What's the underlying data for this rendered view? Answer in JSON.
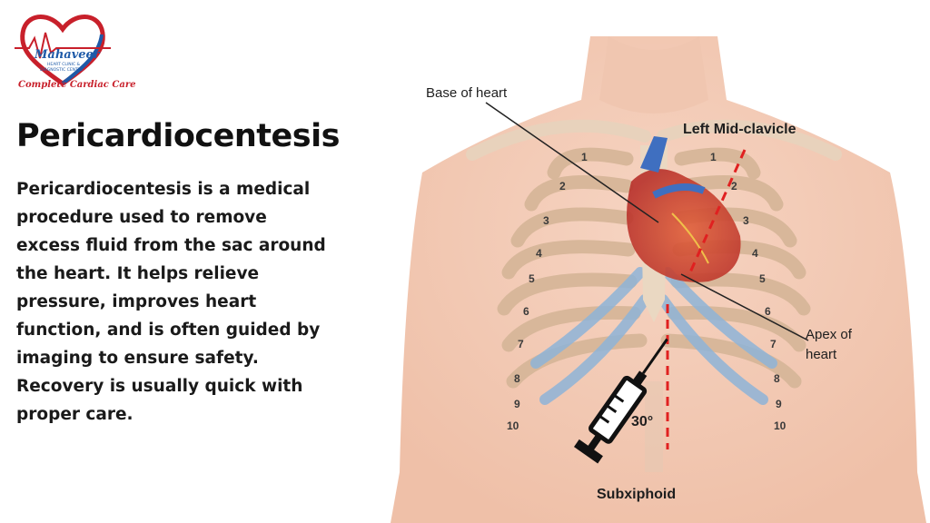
{
  "logo": {
    "name": "Mahaveer",
    "sub1": "HEART CLINIC &",
    "sub2": "DIAGNOSTIC CENTRE",
    "tagline": "Complete Cardiac Care",
    "colors": {
      "red": "#c8202b",
      "blue": "#1e5aa8"
    }
  },
  "title": "Pericardiocentesis",
  "description": "Pericardiocentesis is a medical procedure used to remove excess fluid from the sac around the heart. It helps relieve pressure, improves heart function, and is often guided by imaging to ensure safety. Recovery is usually quick with proper care.",
  "figure": {
    "base_label": "Base of heart",
    "midclavicle_label": "Left Mid-clavicle",
    "apex_line1": "Apex of",
    "apex_line2": "heart",
    "subxiphoid_label": "Subxiphoid",
    "angle_label": "30°",
    "ribs_left": [
      "1",
      "2",
      "3",
      "4",
      "5",
      "6",
      "7",
      "8",
      "9",
      "10"
    ],
    "ribs_right": [
      "1",
      "2",
      "3",
      "4",
      "5",
      "6",
      "7",
      "8",
      "9",
      "10"
    ],
    "needle_line_color": "#e02020"
  }
}
